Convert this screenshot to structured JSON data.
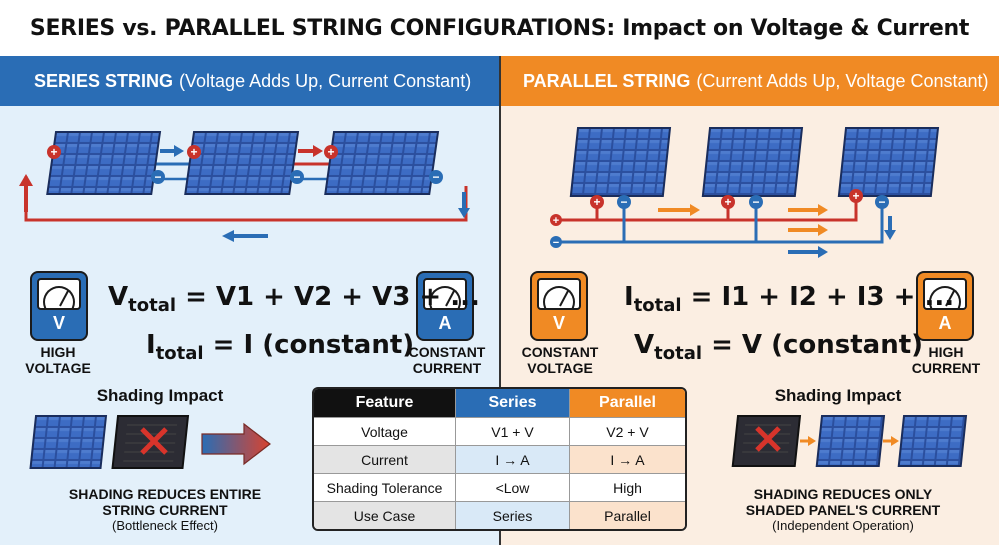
{
  "title": "SERIES vs. PARALLEL STRING CONFIGURATIONS: Impact on Voltage & Current",
  "colors": {
    "series_blue": "#2a6db5",
    "parallel_orange": "#f08a24",
    "wire_red": "#c8332b",
    "wire_blue": "#2a6db5"
  },
  "series": {
    "header_bold": "SERIES STRING",
    "header_rest": "(Voltage Adds Up, Current Constant)",
    "formula_v_pre": "V",
    "formula_v_sub": "total",
    "formula_v_post": " = V1 + V2 + V3 + ...",
    "formula_i_pre": "I",
    "formula_i_sub": "total",
    "formula_i_post": " = I (constant)",
    "meter_left_letter": "V",
    "meter_left_caption_1": "HIGH",
    "meter_left_caption_2": "VOLTAGE",
    "meter_right_letter": "A",
    "meter_right_caption_1": "CONSTANT",
    "meter_right_caption_2": "CURRENT",
    "shading_title": "Shading Impact",
    "shading_note_1": "SHADING REDUCES ENTIRE",
    "shading_note_2": "STRING CURRENT",
    "shading_note_3": "(Bottleneck Effect)"
  },
  "parallel": {
    "header_bold": "PARALLEL STRING",
    "header_rest": "(Current Adds Up, Voltage Constant)",
    "formula_i_pre": "I",
    "formula_i_sub": "total",
    "formula_i_post": " = I1 + I2 + I3 + ...",
    "formula_v_pre": "V",
    "formula_v_sub": "total",
    "formula_v_post": " = V (constant)",
    "meter_left_letter": "V",
    "meter_left_caption_1": "CONSTANT",
    "meter_left_caption_2": "VOLTAGE",
    "meter_right_letter": "A",
    "meter_right_caption_1": "HIGH",
    "meter_right_caption_2": "CURRENT",
    "shading_title": "Shading Impact",
    "shading_note_1": "SHADING REDUCES ONLY",
    "shading_note_2": "SHADED PANEL'S CURRENT",
    "shading_note_3": "(Independent Operation)"
  },
  "table": {
    "headers": [
      "Feature",
      "Series",
      "Parallel"
    ],
    "rows": [
      [
        "Voltage",
        "V1 + V",
        "V2 + V"
      ],
      [
        "Current",
        "I → A",
        "I → A"
      ],
      [
        "Shading Tolerance",
        "<Low",
        "High"
      ],
      [
        "Use Case",
        "Series",
        "Parallel"
      ]
    ]
  },
  "symbols": {
    "plus": "+",
    "minus": "−"
  }
}
